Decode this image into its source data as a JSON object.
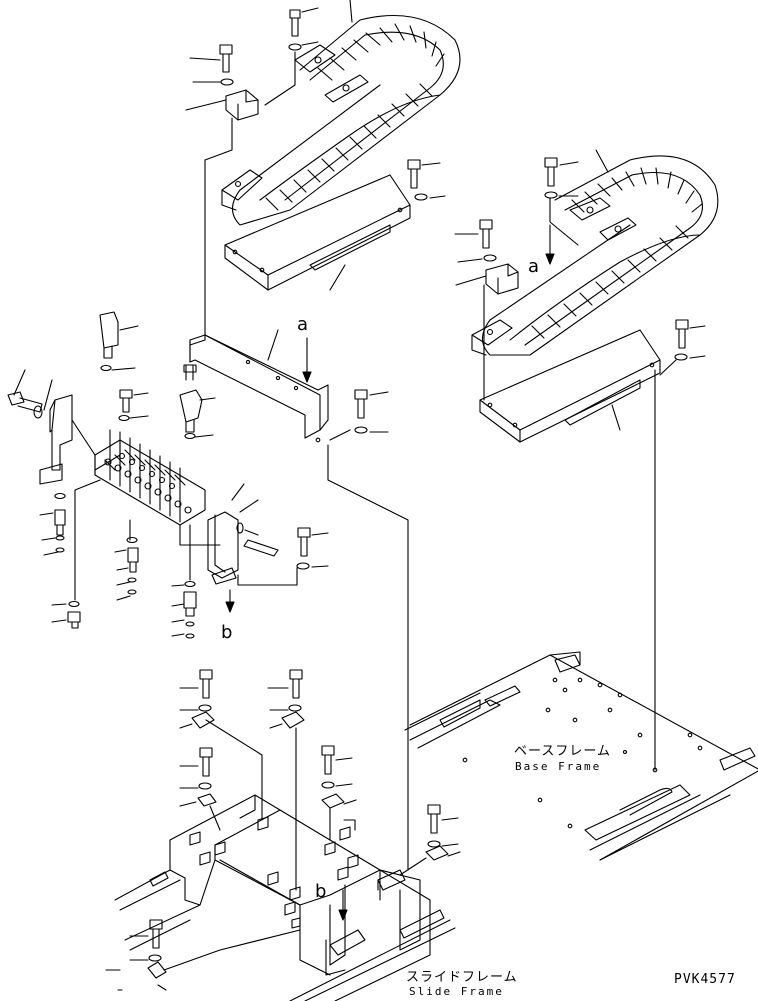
{
  "labels": {
    "callout_a_center": "a",
    "callout_a_right": "a",
    "callout_b_left": "b",
    "callout_b_bottom": "b"
  },
  "base_frame": {
    "jp": "ベースフレーム",
    "en": "Base Frame"
  },
  "slide_frame": {
    "jp": "スライドフレーム",
    "en": "Slide Frame"
  },
  "drawing_code": "PVK4577",
  "colors": {
    "ink": "#000000",
    "paper": "#ffffff"
  }
}
